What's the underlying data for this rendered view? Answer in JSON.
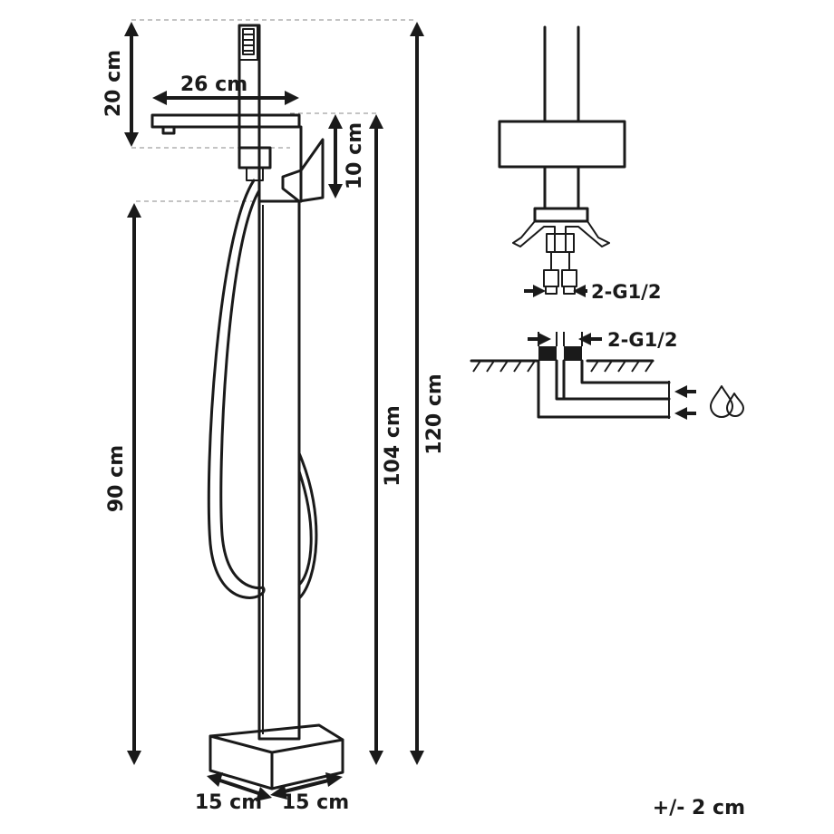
{
  "dimensions": {
    "shower_height": "20 cm",
    "spout_reach": "26 cm",
    "spout_to_handle": "10 cm",
    "column_height": "90 cm",
    "spout_height": "104 cm",
    "total_height": "120 cm",
    "base_depth": "15 cm",
    "base_width": "15 cm"
  },
  "connections": {
    "thread_label_1": "2-G1/2",
    "thread_label_2": "2-G1/2"
  },
  "tolerance": "+/- 2 cm",
  "icons": {
    "water": "water-drops-icon"
  }
}
